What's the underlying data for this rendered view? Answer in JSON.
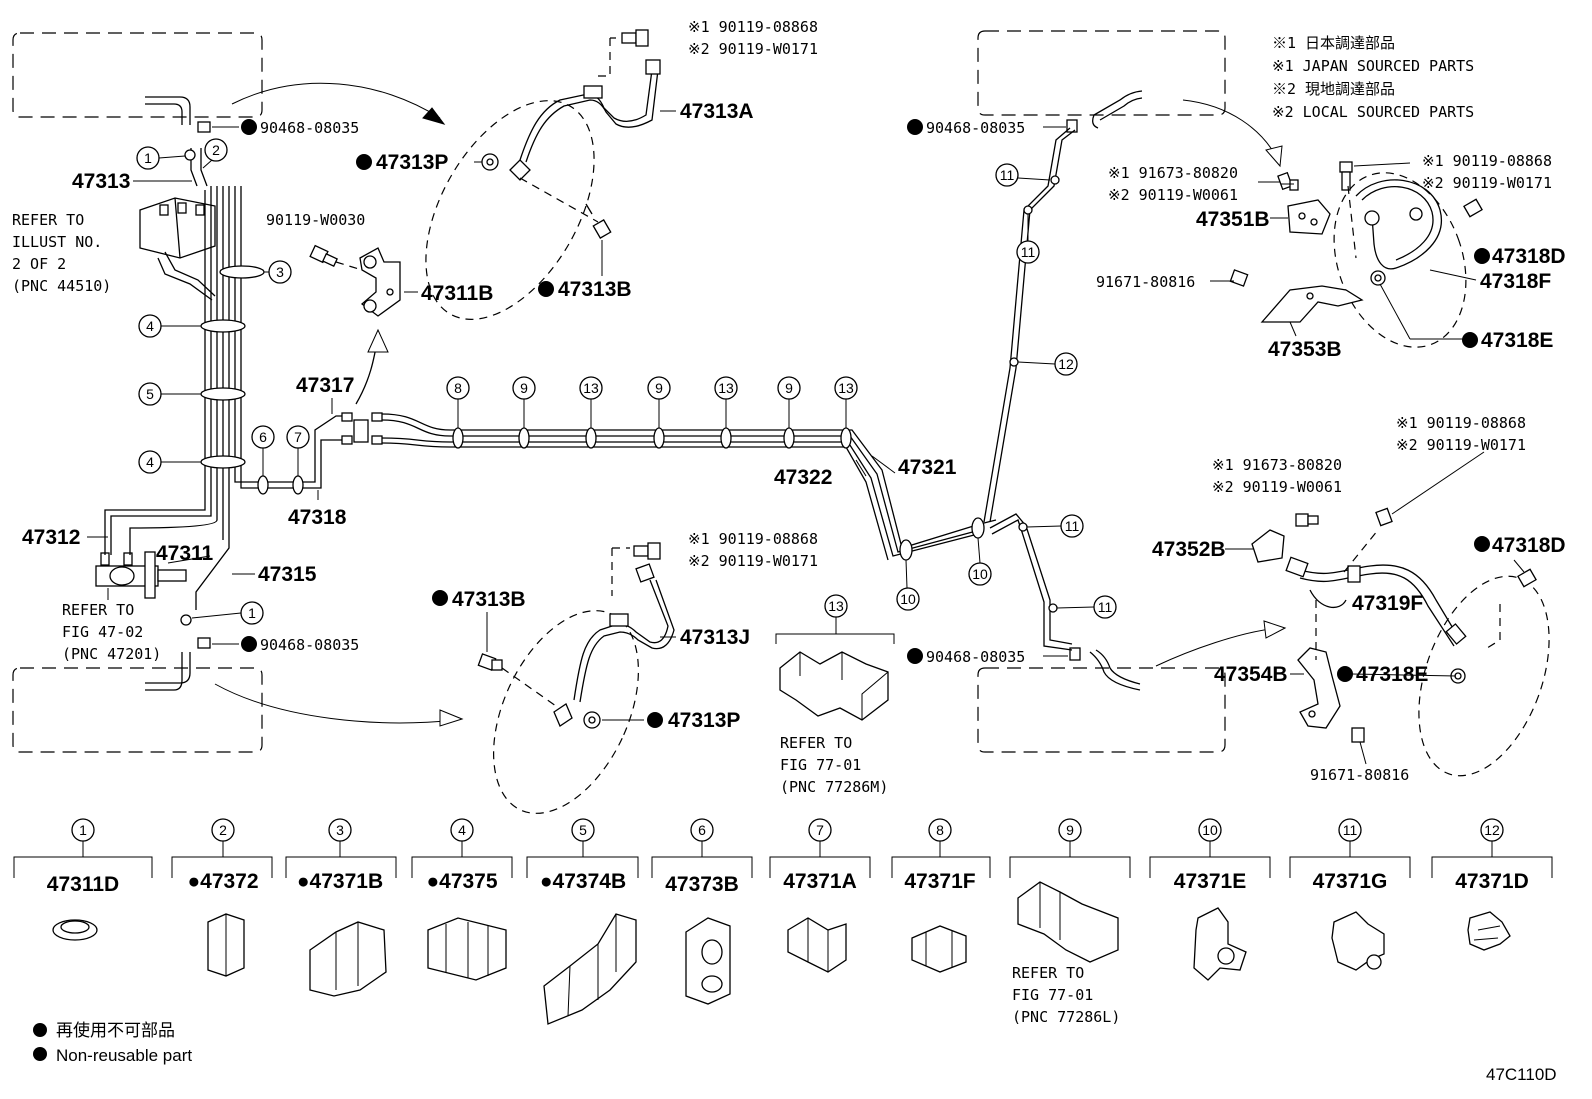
{
  "figure_code": "47C110D",
  "legend": {
    "non_reusable_jp": "再使用不可部品",
    "non_reusable_en": "Non-reusable part"
  },
  "notes": {
    "n1_jp": "※1 日本調達部品",
    "n1_en": "※1 JAPAN SOURCED PARTS",
    "n2_jp": "※2 現地調達部品",
    "n2_en": "※2 LOCAL SOURCED PARTS"
  },
  "refs": {
    "illust_1": "REFER TO",
    "illust_2": "ILLUST NO.",
    "illust_3": "2 OF 2",
    "illust_4": "(PNC 44510)",
    "fig4702_1": "REFER TO",
    "fig4702_2": "FIG 47-02",
    "fig4702_3": "(PNC 47201)",
    "fig7701m_1": "REFER TO",
    "fig7701m_2": "FIG 77-01",
    "fig7701m_3": "(PNC 77286M)",
    "fig7701l_1": "REFER TO",
    "fig7701l_2": "FIG 77-01",
    "fig7701l_3": "(PNC 77286L)"
  },
  "labels": {
    "p47313": "47313",
    "p47312": "47312",
    "p47311": "47311",
    "p47315": "47315",
    "p47317": "47317",
    "p47318": "47318",
    "p47322": "47322",
    "p47321": "47321",
    "p47311B": "47311B",
    "w0030": "90119-W0030",
    "c08035_a": "90468-08035",
    "c08035_b": "90468-08035",
    "c08035_c": "90468-08035",
    "c08035_d": "90468-08035",
    "p47313A": "47313A",
    "p47313P_a": "47313P",
    "p47313B_a": "47313B",
    "fl_s1": "※1 90119-08868",
    "fl_s2": "※2 90119-W0171",
    "p47313J": "47313J",
    "p47313B_b": "47313B",
    "p47313P_b": "47313P",
    "rl_s1": "※1 90119-08868",
    "rl_s2": "※2 90119-W0171",
    "fr_b1": "※1 91673-80820",
    "fr_b2": "※2 90119-W0061",
    "fr_s1": "※1 90119-08868",
    "fr_s2": "※2 90119-W0171",
    "p47351B": "47351B",
    "p47318D_a": "47318D",
    "p47318F": "47318F",
    "p47318E_a": "47318E",
    "p47353B": "47353B",
    "b80816_a": "91671-80816",
    "rr_s1": "※1 90119-08868",
    "rr_s2": "※2 90119-W0171",
    "rr_b1": "※1 91673-80820",
    "rr_b2": "※2 90119-W0061",
    "p47352B": "47352B",
    "p47319F": "47319F",
    "p47318D_b": "47318D",
    "p47354B": "47354B",
    "p47318E_b": "47318E",
    "b80816_b": "91671-80816"
  },
  "callout_13_top": "13",
  "clamps": [
    {
      "num": "1",
      "part": "47311D"
    },
    {
      "num": "2",
      "part": "●47372"
    },
    {
      "num": "3",
      "part": "●47371B"
    },
    {
      "num": "4",
      "part": "●47375"
    },
    {
      "num": "5",
      "part": "●47374B"
    },
    {
      "num": "6",
      "part": "47373B"
    },
    {
      "num": "7",
      "part": "47371A"
    },
    {
      "num": "8",
      "part": "47371F"
    },
    {
      "num": "9",
      "part": ""
    },
    {
      "num": "10",
      "part": "47371E"
    },
    {
      "num": "11",
      "part": "47371G"
    },
    {
      "num": "12",
      "part": "47371D"
    }
  ],
  "line_callouts": [
    "1",
    "2",
    "3",
    "4",
    "5",
    "4",
    "6",
    "7",
    "8",
    "9",
    "13",
    "9",
    "13",
    "9",
    "13",
    "11",
    "11",
    "12",
    "10",
    "10",
    "11",
    "11",
    "1"
  ]
}
